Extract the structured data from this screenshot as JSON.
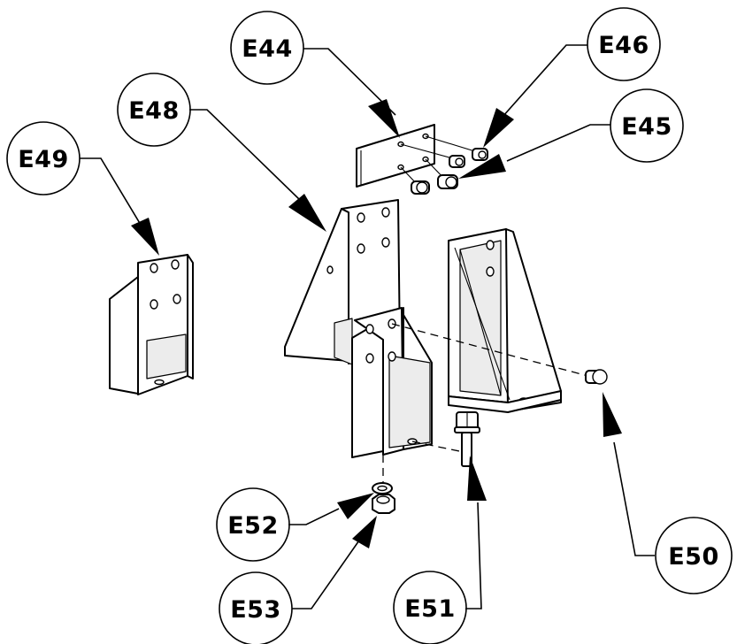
{
  "callouts": [
    {
      "id": "E44",
      "label": "E44"
    },
    {
      "id": "E45",
      "label": "E45"
    },
    {
      "id": "E46",
      "label": "E46"
    },
    {
      "id": "E48",
      "label": "E48"
    },
    {
      "id": "E49",
      "label": "E49"
    },
    {
      "id": "E50",
      "label": "E50"
    },
    {
      "id": "E51",
      "label": "E51"
    },
    {
      "id": "E52",
      "label": "E52"
    },
    {
      "id": "E53",
      "label": "E53"
    }
  ]
}
